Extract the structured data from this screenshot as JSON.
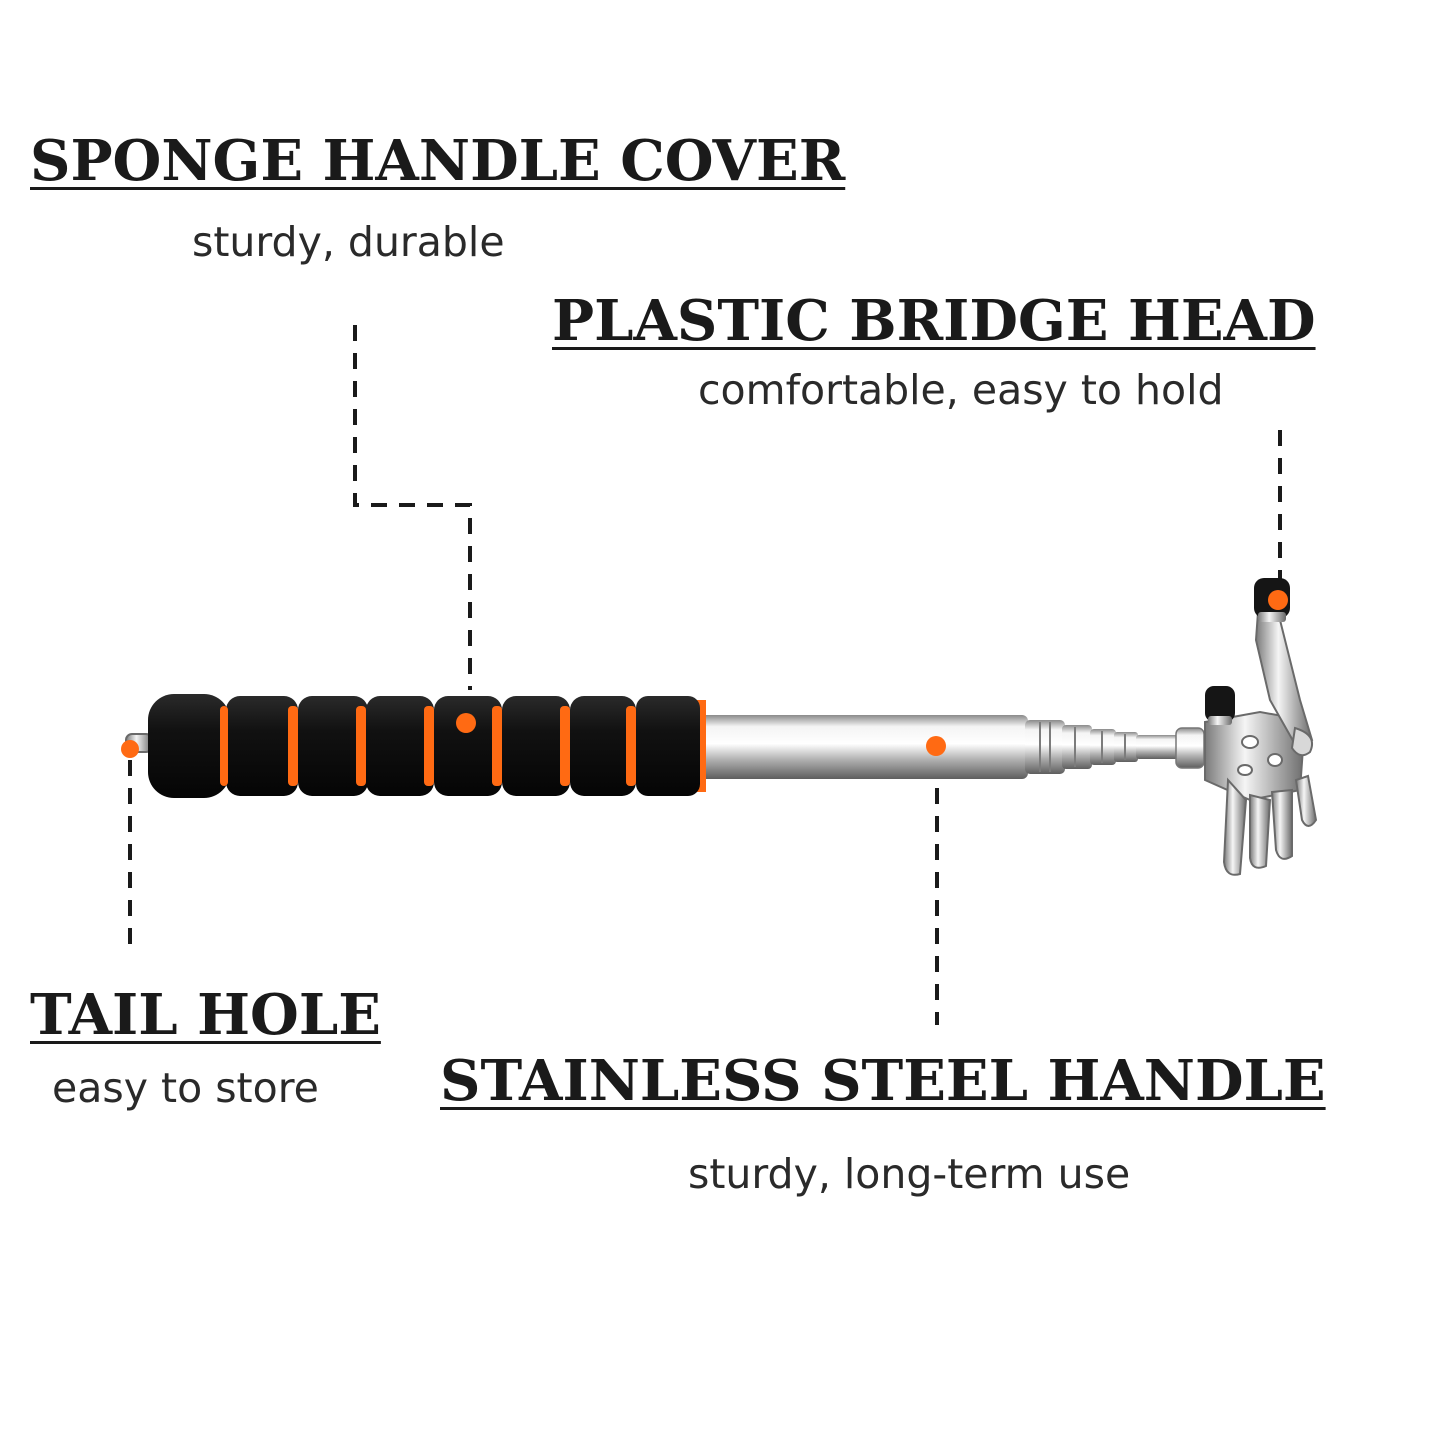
{
  "callouts": {
    "sponge": {
      "title": "SPONGE HANDLE COVER",
      "subtitle": "sturdy, durable"
    },
    "bridge": {
      "title": "PLASTIC BRIDGE HEAD",
      "subtitle": "comfortable, easy to hold"
    },
    "tail": {
      "title": "TAIL HOLE",
      "subtitle": "easy to store"
    },
    "steel": {
      "title": "STAINLESS STEEL HANDLE",
      "subtitle": "sturdy, long-term use"
    }
  },
  "colors": {
    "foam": "#141414",
    "accent": "#ff6a13",
    "steel_light": "#f2f2f2",
    "steel_mid": "#b9b9b9",
    "steel_dark": "#6e6e6e",
    "text": "#1a1a1a",
    "leader_line": "#1a1a1a"
  },
  "icons": [
    "back-scratcher-product-image"
  ]
}
